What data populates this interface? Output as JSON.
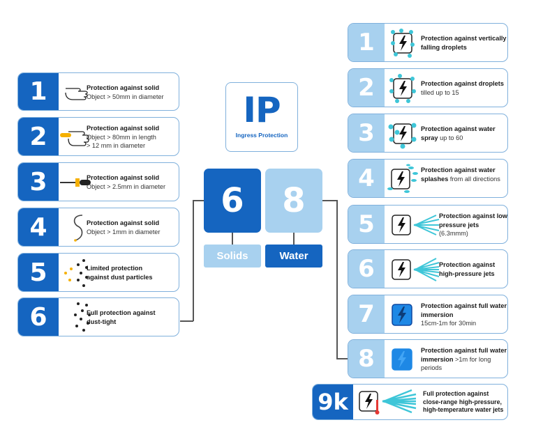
{
  "title": {
    "abbr": "IP",
    "full": "Ingress Protection"
  },
  "code": {
    "solids_digit": "6",
    "water_digit": "8",
    "solids_label": "Solids",
    "water_label": "Water"
  },
  "solids": [
    {
      "num": "1",
      "bold": "Protection against solid",
      "text": "Object > 50mm in diameter",
      "icon": "hand-icon"
    },
    {
      "num": "2",
      "bold": "Protection against solid",
      "text": "Object > 80mm in length\n> 12 mm in diameter",
      "icon": "finger-icon"
    },
    {
      "num": "3",
      "bold": "Protection against solid",
      "text": "Object > 2.5mm in diameter",
      "icon": "screwdriver-icon"
    },
    {
      "num": "4",
      "bold": "Protection against solid",
      "text": "Object > 1mm in diameter",
      "icon": "wire-icon"
    },
    {
      "num": "5",
      "bold": "Limited protection against dust particles",
      "text": "",
      "icon": "dust-icon"
    },
    {
      "num": "6",
      "bold": "Full protection against dust-tight",
      "text": "",
      "icon": "dust-icon"
    }
  ],
  "water": [
    {
      "num": "1",
      "bold": "Protection against vertically falling droplets",
      "text": "",
      "icon": "droplets-icon"
    },
    {
      "num": "2",
      "bold": "Protection against droplets",
      "text": "tilled up to 15",
      "icon": "droplets-icon"
    },
    {
      "num": "3",
      "bold": "Protection against water spray",
      "text": "up to 60",
      "icon": "spray-icon"
    },
    {
      "num": "4",
      "bold": "Protection against water splashes",
      "text": "from all directions",
      "icon": "splash-icon"
    },
    {
      "num": "5",
      "bold": "Protection against low pressure jets",
      "text": "(6.3mmm)",
      "icon": "jet-icon"
    },
    {
      "num": "6",
      "bold": "Protection against high-pressure jets",
      "text": "",
      "icon": "jet-icon"
    },
    {
      "num": "7",
      "bold": "Protection against full water immersion",
      "text": "15cm-1m for 30min",
      "icon": "immersion-icon"
    },
    {
      "num": "8",
      "bold": "Protection against full water immersion",
      "text": ">1m for long periods",
      "icon": "immersion-icon"
    },
    {
      "num": "9k",
      "bold": "Full protection against close-range high-pressure, high-temperature water jets",
      "text": "",
      "icon": "hot-jet-icon"
    }
  ],
  "colors": {
    "dark_blue": "#1565c0",
    "light_blue": "#a8d1ef",
    "water_drop": "#3ec6d8",
    "border": "#7fb0dc"
  }
}
